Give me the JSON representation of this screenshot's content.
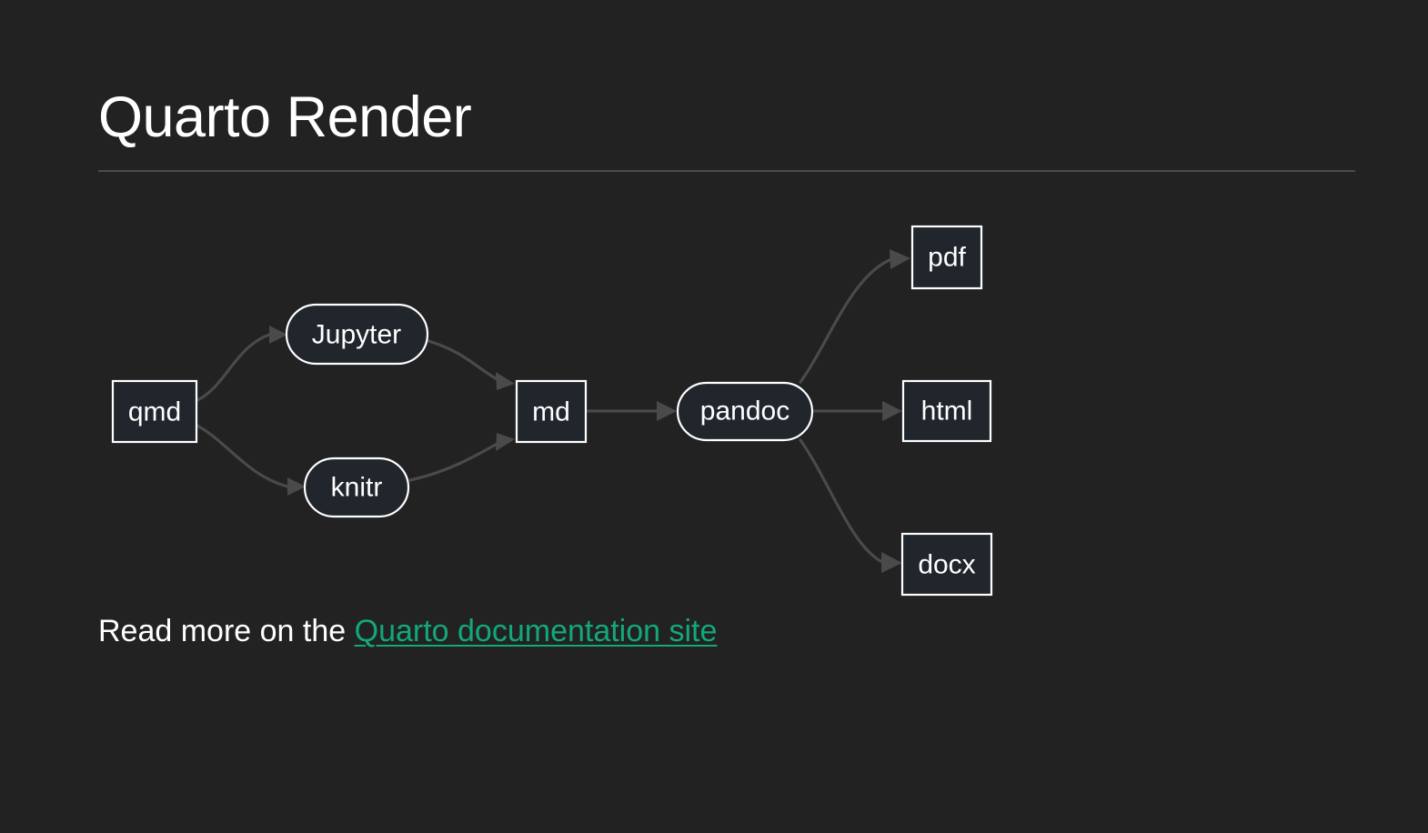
{
  "slide": {
    "title": "Quarto Render",
    "background_color": "#222222",
    "title_color": "#ffffff",
    "rule_color": "#4c4c4c"
  },
  "diagram": {
    "type": "flowchart",
    "direction": "left-to-right",
    "node_fill": "#21262d",
    "node_stroke": "#ffffff",
    "edge_color": "#4a4a4a",
    "label_color": "#ffffff",
    "nodes": [
      {
        "id": "qmd",
        "label": "qmd",
        "shape": "rect"
      },
      {
        "id": "jupyter",
        "label": "Jupyter",
        "shape": "stadium"
      },
      {
        "id": "knitr",
        "label": "knitr",
        "shape": "stadium"
      },
      {
        "id": "md",
        "label": "md",
        "shape": "rect"
      },
      {
        "id": "pandoc",
        "label": "pandoc",
        "shape": "stadium"
      },
      {
        "id": "pdf",
        "label": "pdf",
        "shape": "rect"
      },
      {
        "id": "html",
        "label": "html",
        "shape": "rect"
      },
      {
        "id": "docx",
        "label": "docx",
        "shape": "rect"
      }
    ],
    "edges": [
      {
        "from": "qmd",
        "to": "jupyter"
      },
      {
        "from": "qmd",
        "to": "knitr"
      },
      {
        "from": "jupyter",
        "to": "md"
      },
      {
        "from": "knitr",
        "to": "md"
      },
      {
        "from": "md",
        "to": "pandoc"
      },
      {
        "from": "pandoc",
        "to": "pdf"
      },
      {
        "from": "pandoc",
        "to": "html"
      },
      {
        "from": "pandoc",
        "to": "docx"
      }
    ]
  },
  "footer": {
    "lead_text": "Read more on the ",
    "link_text": "Quarto documentation site",
    "link_color": "#12a87c"
  }
}
